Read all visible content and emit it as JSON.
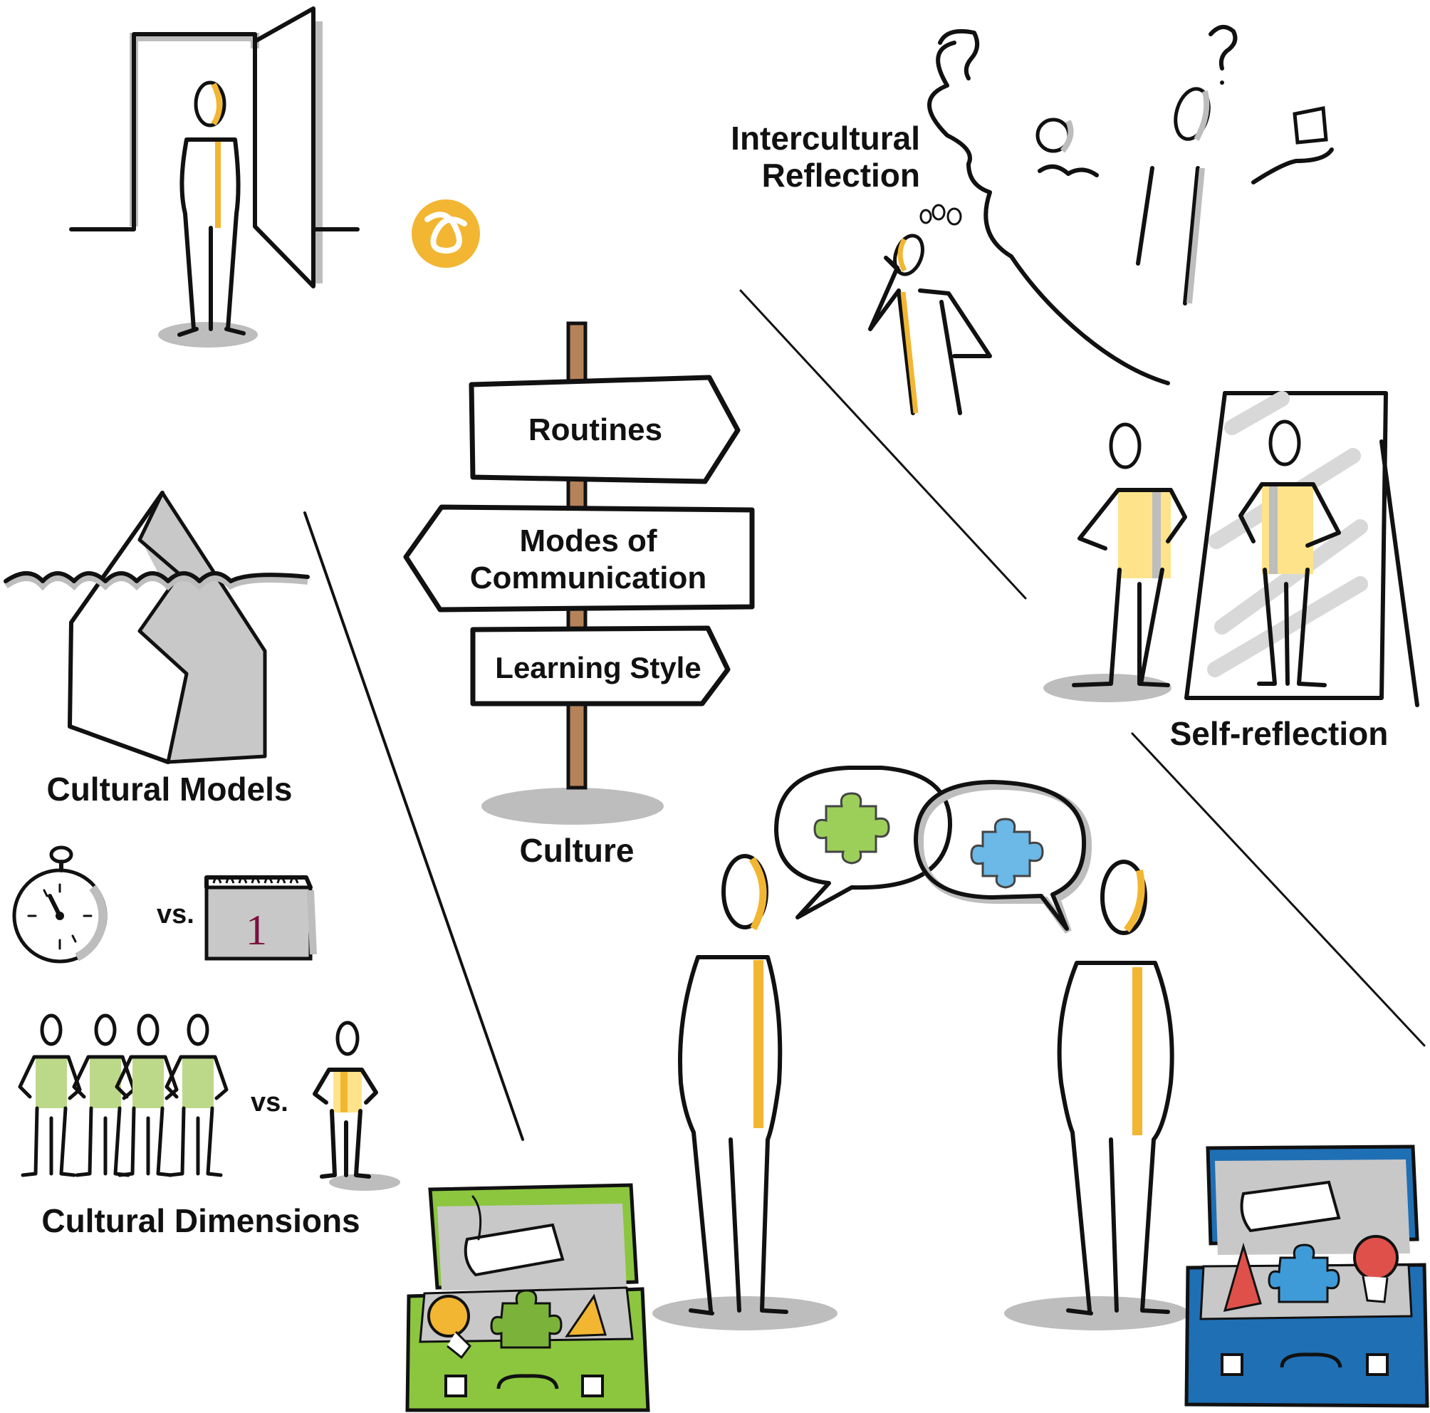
{
  "labels": {
    "intercultural_reflection_line1": "Intercultural",
    "intercultural_reflection_line2": "Reflection",
    "self_reflection": "Self-reflection",
    "cultural_models": "Cultural Models",
    "cultural_dimensions": "Cultural Dimensions",
    "culture": "Culture",
    "vs_time": "vs.",
    "vs_group": "vs.",
    "calendar_day": "1"
  },
  "signpost": {
    "routines": "Routines",
    "modes_line1": "Modes of",
    "modes_line2": "Communication",
    "learning_style": "Learning Style"
  },
  "colors": {
    "accent_yellow": "#f2b632",
    "group_green": "#bcd98a",
    "suitcase_green": "#8cc63f",
    "suitcase_blue": "#1f6fb5",
    "puzzle_green": "#9ccf5a",
    "puzzle_blue": "#6cb8e6",
    "hat_red": "#e0504a",
    "post_brown": "#b5835a",
    "shadow_gray": "#bdbdbd"
  },
  "icons": [
    "door-icon",
    "logo-icon",
    "thought-bubble-icon",
    "mirror-icon",
    "iceberg-icon",
    "stopwatch-icon",
    "calendar-icon",
    "signpost-icon",
    "speech-bubble-icon",
    "puzzle-icon",
    "suitcase-icon",
    "lightbulb-icon"
  ]
}
